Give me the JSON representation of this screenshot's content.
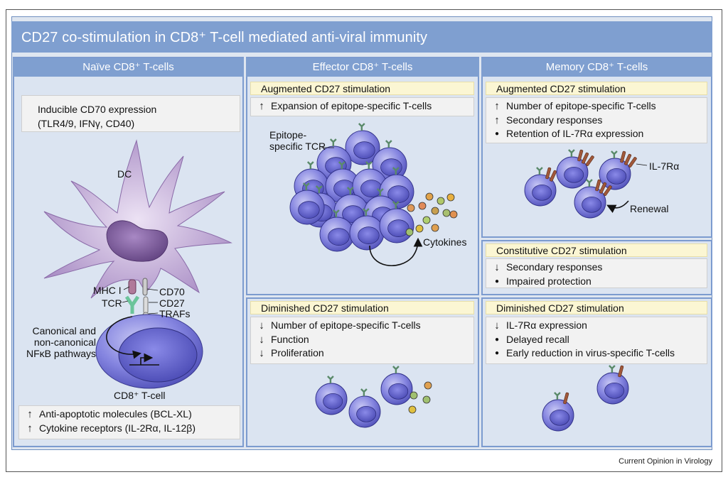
{
  "title": "CD27 co-stimulation in CD8⁺ T-cell mediated anti-viral immunity",
  "credit": "Current Opinion in Virology",
  "colors": {
    "header": "#7f9fd0",
    "panel": "#dbe4f1",
    "highlight": "#fbf6d3",
    "cell": "#7272d8",
    "dc": "#b59dcc"
  },
  "naive": {
    "header": "Naïve CD8⁺ T-cells",
    "cd70_box": [
      "Inducible CD70 expression",
      "(TLR4/9, IFNγ, CD40)"
    ],
    "labels": {
      "dc": "DC",
      "mhc": "MHC I",
      "tcr": "TCR",
      "cd70": "CD70",
      "cd27": "CD27",
      "trafs": "TRAFs",
      "pathways": [
        "Canonical and",
        "non-canonical",
        "NFκB pathways"
      ],
      "cell": "CD8⁺ T-cell"
    },
    "bottom_box": [
      {
        "symbol": "up-arrow",
        "text": "Anti-apoptotic molecules (BCL-XL)"
      },
      {
        "symbol": "up-arrow",
        "text": "Cytokine receptors (IL-2Rα, IL-12β)"
      }
    ]
  },
  "effector": {
    "header": "Effector CD8⁺ T-cells",
    "augmented": {
      "heading": "Augmented CD27 stimulation",
      "items": [
        {
          "symbol": "up-arrow",
          "text": "Expansion of epitope-specific T-cells"
        }
      ],
      "tcr_label": [
        "Epitope-",
        "specific TCR"
      ],
      "cytokines_label": "Cytokines"
    },
    "diminished": {
      "heading": "Diminished CD27 stimulation",
      "items": [
        {
          "symbol": "down-arrow",
          "text": "Number of epitope-specific T-cells"
        },
        {
          "symbol": "down-arrow",
          "text": "Function"
        },
        {
          "symbol": "down-arrow",
          "text": "Proliferation"
        }
      ]
    }
  },
  "memory": {
    "header": "Memory CD8⁺ T-cells",
    "augmented": {
      "heading": "Augmented CD27 stimulation",
      "items": [
        {
          "symbol": "up-arrow",
          "text": "Number of epitope-specific T-cells"
        },
        {
          "symbol": "up-arrow",
          "text": "Secondary responses"
        },
        {
          "symbol": "bullet",
          "text": "Retention of IL-7Rα expression"
        }
      ],
      "il7r_label": "IL-7Rα",
      "renewal_label": "Renewal"
    },
    "constitutive": {
      "heading": "Constitutive CD27 stimulation",
      "items": [
        {
          "symbol": "down-arrow",
          "text": "Secondary responses"
        },
        {
          "symbol": "bullet",
          "text": "Impaired protection"
        }
      ]
    },
    "diminished": {
      "heading": "Diminished CD27 stimulation",
      "items": [
        {
          "symbol": "down-arrow",
          "text": "IL-7Rα expression"
        },
        {
          "symbol": "bullet",
          "text": "Delayed recall"
        },
        {
          "symbol": "bullet",
          "text": "Early reduction in virus-specific T-cells"
        }
      ]
    }
  }
}
